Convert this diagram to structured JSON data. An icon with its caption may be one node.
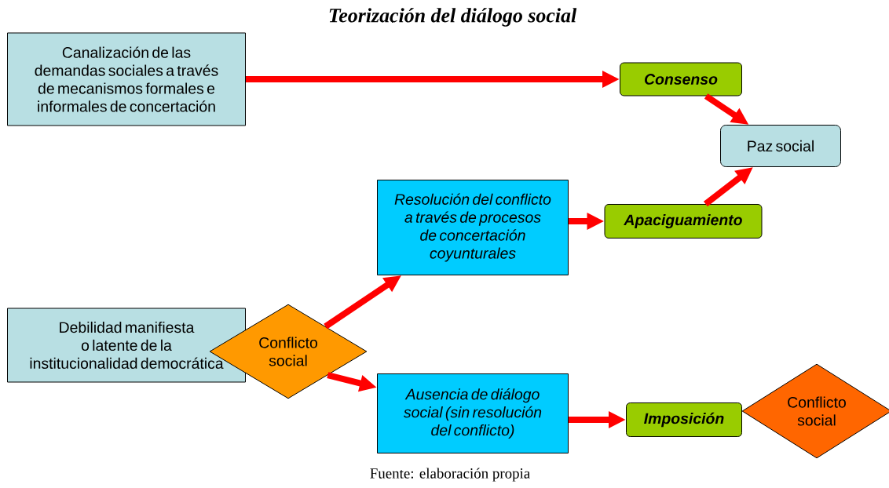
{
  "diagram": {
    "title": "Teorización del diálogo social",
    "caption": "Fuente: elaboración propia",
    "nodes": [
      {
        "text": [
          "Canalización de las demandas sociales a través de mecanismos formales e informales de concertación"
        ]
      },
      {
        "text": [
          "Consenso"
        ]
      },
      {
        "text": [
          "Paz social"
        ]
      },
      {
        "text": [
          "Resolución del conflicto a través de procesos de concertación coyunturales"
        ]
      },
      {
        "text": [
          "Apaciguamiento"
        ]
      },
      {
        "text": [
          "Debilidad manifiesta o latente de la institucionalidad democrática"
        ]
      },
      {
        "text": [
          "Conflicto social"
        ]
      },
      {
        "text": [
          "Ausencia de diálogo social (sin resolución del conflicto)"
        ]
      },
      {
        "text": [
          "Imposición"
        ]
      },
      {
        "text": [
          "Conflicto social"
        ]
      }
    ],
    "edges": [
      {
        "from": 0,
        "to": 1,
        "arrow": "to"
      },
      {
        "from": 1,
        "to": 2,
        "arrow": "to"
      },
      {
        "from": 4,
        "to": 2,
        "arrow": "to"
      },
      {
        "from": 6,
        "to": 3,
        "arrow": "to"
      },
      {
        "from": 3,
        "to": 4,
        "arrow": "to"
      },
      {
        "from": 6,
        "to": 7,
        "arrow": "to"
      },
      {
        "from": 7,
        "to": 8,
        "arrow": "to"
      }
    ]
  }
}
